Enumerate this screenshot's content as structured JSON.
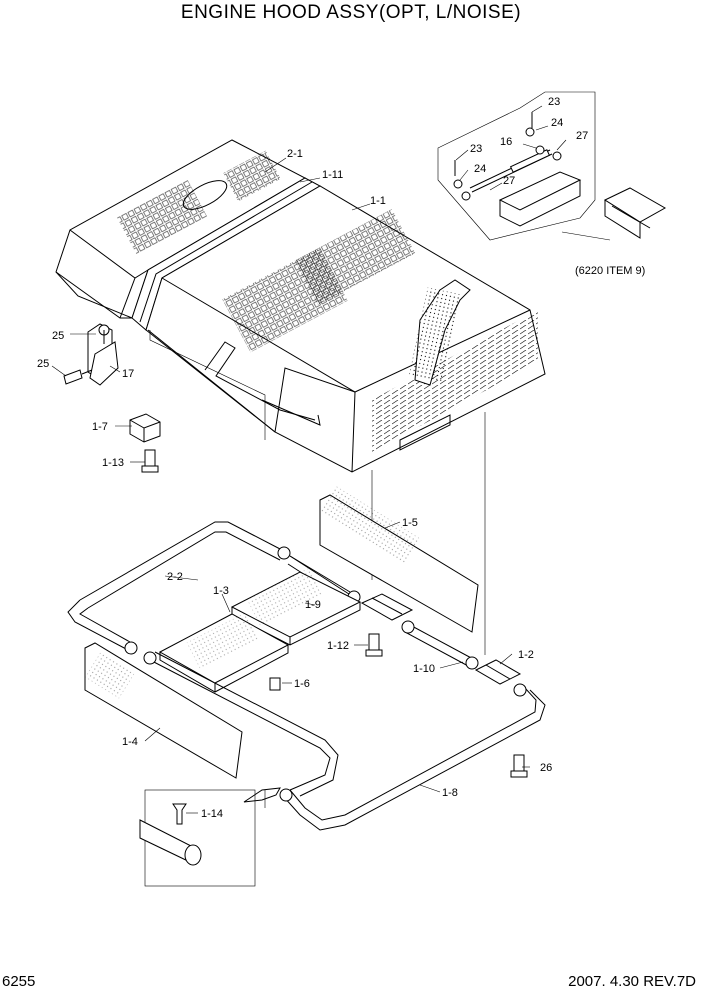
{
  "header": {
    "title": "ENGINE HOOD ASSY(OPT, L/NOISE)"
  },
  "footer": {
    "page": "6255",
    "revision": "2007. 4.30  REV.7D"
  },
  "inset": {
    "reference": "(6220 ITEM 9)"
  },
  "callouts": {
    "c2_1": "2-1",
    "c1_11": "1-11",
    "c1_1": "1-1",
    "c25a": "25",
    "c25b": "25",
    "c17": "17",
    "c1_7": "1-7",
    "c1_13": "1-13",
    "c23a": "23",
    "c24a": "24",
    "c16": "16",
    "c27a": "27",
    "c23b": "23",
    "c24b": "24",
    "c27b": "27",
    "c1_5": "1-5",
    "c2_2": "2-2",
    "c1_3": "1-3",
    "c1_9": "1-9",
    "c1_12": "1-12",
    "c1_2": "1-2",
    "c1_10": "1-10",
    "c1_6": "1-6",
    "c1_4": "1-4",
    "c26": "26",
    "c1_8": "1-8",
    "c1_14": "1-14"
  }
}
